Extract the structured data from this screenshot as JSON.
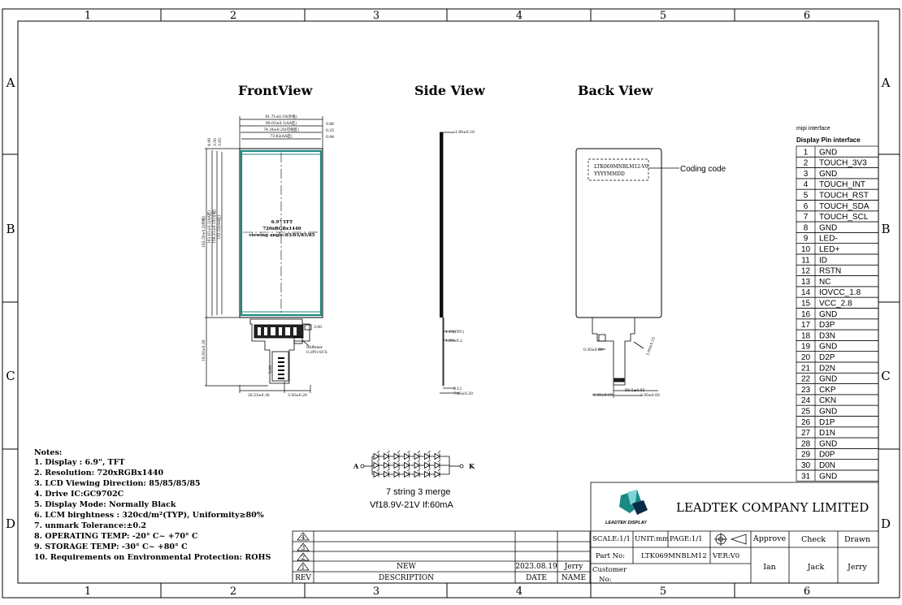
{
  "frame": {
    "col_labels": [
      "1",
      "2",
      "3",
      "4",
      "5",
      "6"
    ],
    "row_labels": [
      "A",
      "B",
      "C",
      "D"
    ]
  },
  "views": {
    "front": "FrontView",
    "side": "Side View",
    "back": "Back View"
  },
  "front": {
    "dims_top": [
      "91.71±0.10(外框)",
      "90.03±0.1(AA区)",
      "74.34±0.20(可视区)",
      "73.82(AA区)"
    ],
    "dims_top_right": [
      "0.86",
      "0.25",
      "0.94"
    ],
    "dims_left_small": [
      "4.99",
      "3.50",
      "3.85"
    ],
    "dims_left": [
      "162.30±0.2(外框)",
      "161.61±0.1(AA区)",
      "158.21±0.15(可视)",
      "155.52(AA区)"
    ],
    "panel_lines": [
      "6.9\" TFT",
      "720xRGBx1440",
      "viewing angle:85/85/85/85"
    ],
    "fpc_left": "18.50±0.30",
    "fpc_small": "3.00",
    "fpc_note1": "Stiffener",
    "fpc_note2": "0.2PI+SUS",
    "fpc_dim_h": "5.00",
    "bottom_dims": [
      "26.53±0.30",
      "3.50±0.20"
    ]
  },
  "side": {
    "top_label": "1.80±0.10",
    "mid_labels": [
      "1.15(FPC)",
      "1.20±0.2"
    ],
    "bottom_labels": [
      "0.12",
      "7.86±0.20"
    ]
  },
  "back": {
    "code_line1": "LTK069MNBLM12-V0",
    "code_line2": "YYYYMMDD",
    "coding": "Coding code",
    "fpc_notes": [
      "0.30±0.03",
      "3.00±0.15",
      "R0.5±0.05",
      "2.00±0.05"
    ],
    "bottom_label": "0.30±0.03"
  },
  "pins": {
    "caption1": "mipi interface",
    "caption2": "Display  Pin  interface",
    "rows": [
      [
        "1",
        "GND"
      ],
      [
        "2",
        "TOUCH_3V3"
      ],
      [
        "3",
        "GND"
      ],
      [
        "4",
        "TOUCH_INT"
      ],
      [
        "5",
        "TOUCH_RST"
      ],
      [
        "6",
        "TOUCH_SDA"
      ],
      [
        "7",
        "TOUCH_SCL"
      ],
      [
        "8",
        "GND"
      ],
      [
        "9",
        "LED-"
      ],
      [
        "10",
        "LED+"
      ],
      [
        "11",
        "ID"
      ],
      [
        "12",
        "RSTN"
      ],
      [
        "13",
        "NC"
      ],
      [
        "14",
        "IOVCC_1.8"
      ],
      [
        "15",
        "VCC_2.8"
      ],
      [
        "16",
        "GND"
      ],
      [
        "17",
        "D3P"
      ],
      [
        "18",
        "D3N"
      ],
      [
        "19",
        "GND"
      ],
      [
        "20",
        "D2P"
      ],
      [
        "21",
        "D2N"
      ],
      [
        "22",
        "GND"
      ],
      [
        "23",
        "CKP"
      ],
      [
        "24",
        "CKN"
      ],
      [
        "25",
        "GND"
      ],
      [
        "26",
        "D1P"
      ],
      [
        "27",
        "D1N"
      ],
      [
        "28",
        "GND"
      ],
      [
        "29",
        "D0P"
      ],
      [
        "30",
        "D0N"
      ],
      [
        "31",
        "GND"
      ]
    ]
  },
  "notes": {
    "title": "Notes:",
    "items": [
      "1. Display : 6.9\",  TFT",
      "2. Resolution: 720xRGBx1440",
      "3. LCD Viewing Direction: 85/85/85/85",
      "4. Drive IC:GC9702C",
      "5. Display Mode: Normally Black",
      "6. LCM birghtness : 320cd/m²(TYP), Uniformity≥80%",
      "7. unmark Tolerance:±0.2",
      "8. OPERATING TEMP: -20° C~ +70° C",
      "9. STORAGE TEMP: -30° C~ +80° C",
      "10. Requirements on Environmental Protection: ROHS"
    ]
  },
  "led": {
    "anode": "A",
    "cathode": "K",
    "line1": "7 string 3 merge",
    "line2": "Vf18.9V-21V  If:60mA"
  },
  "revision": {
    "marks": [
      "4",
      "3",
      "2",
      "1"
    ],
    "new": "NEW",
    "date": "2023.08.19",
    "name": "Jerry",
    "rev": "REV",
    "description": "DESCRIPTION",
    "date_label": "DATE",
    "name_label": "NAME"
  },
  "title_block": {
    "company": "LEADTEK COMPANY LIMITED",
    "logo_text": "LEADTEK DISPLAY",
    "scale": "SCALE:1/1",
    "unit": "UNIT:mm",
    "page": "PAGE:1/1",
    "approve": "Approve",
    "check": "Check",
    "drawn": "Drawn",
    "part_label": "Part No:",
    "part_no": "LTK069MNBLM12",
    "ver": "VER:V0",
    "customer": "Customer",
    "customer_no": "No:",
    "approver": "Ian",
    "checker": "Jack",
    "drawer": "Jerry",
    "accent": "#1a8a80"
  }
}
